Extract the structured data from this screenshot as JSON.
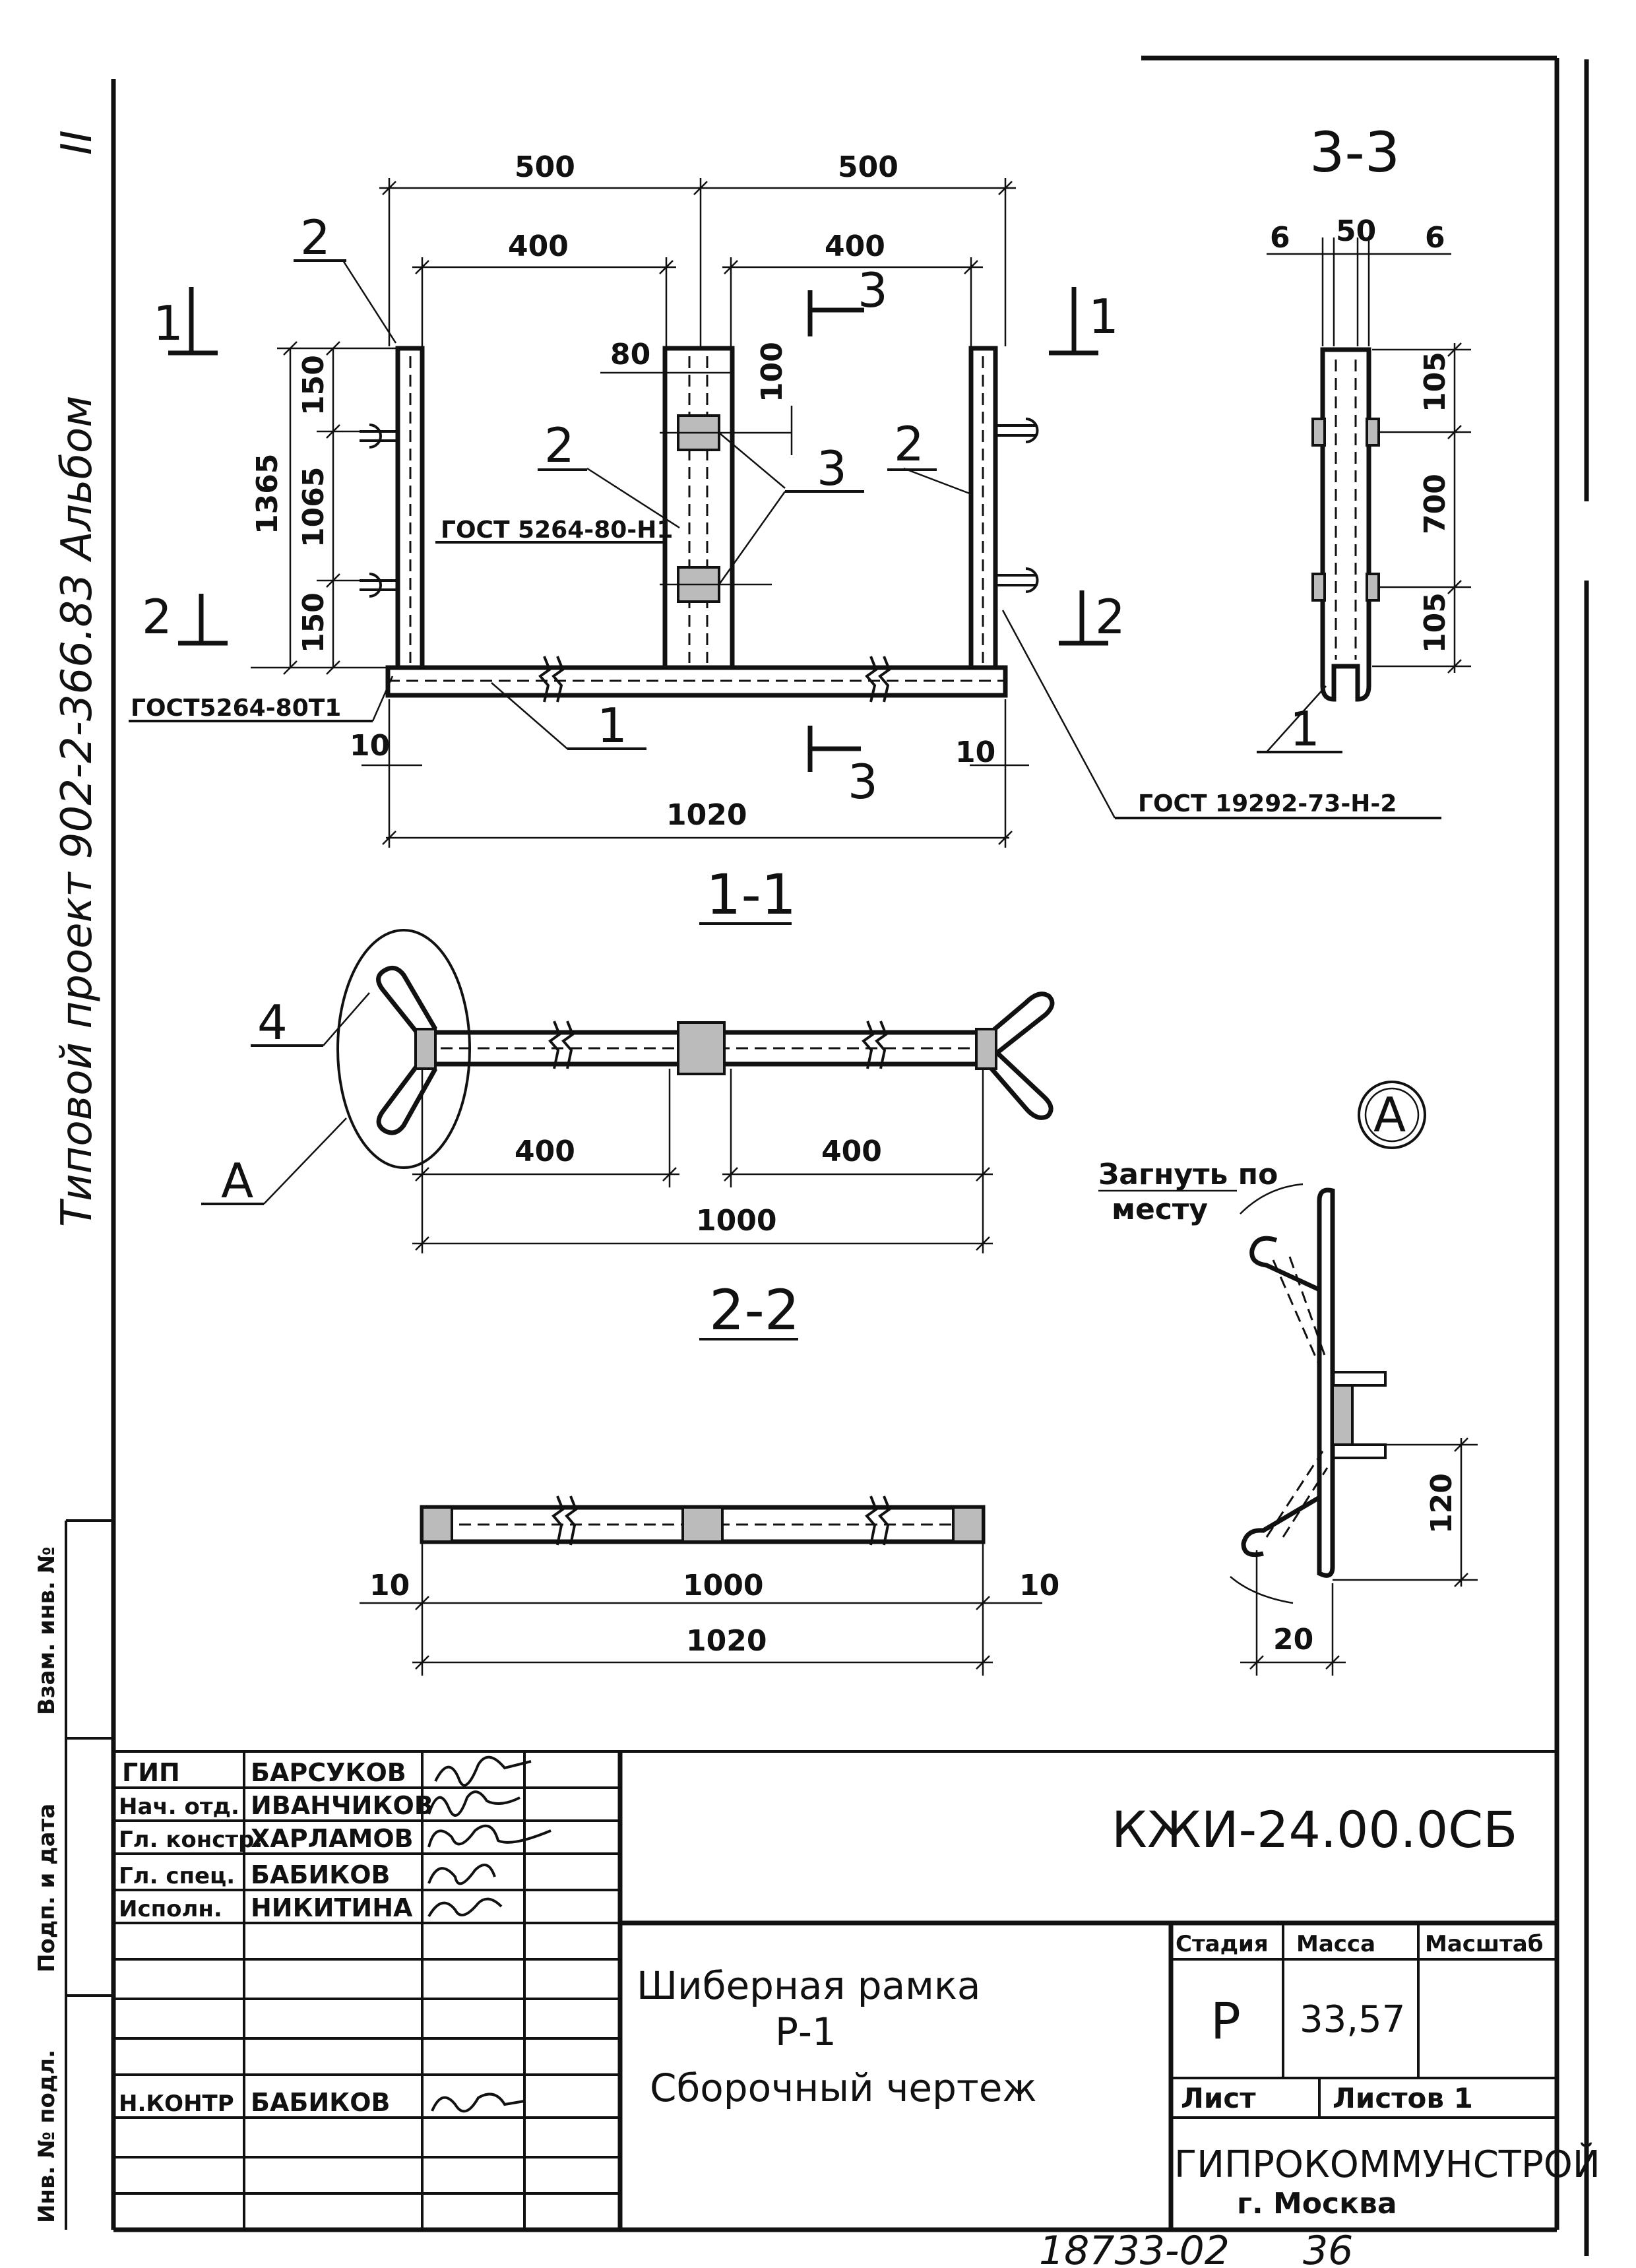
{
  "side_stamp": {
    "project": "Типовой проект 902-2-366.83 Альбом",
    "album_number": "II"
  },
  "left_strip": {
    "perm_label": "Взам. инв. №",
    "sign_label": "Подп. и дата",
    "inv_label": "Инв. № подл."
  },
  "view_1_1": {
    "title": "1-1",
    "dims_top": [
      "500",
      "500"
    ],
    "dims_inner": [
      "400",
      "400"
    ],
    "dim_80": "80",
    "dim_100": "100",
    "dims_left": [
      "150",
      "1065",
      "150"
    ],
    "dim_total_height": "1365",
    "dims_bottom_small": [
      "10",
      "10"
    ],
    "dim_total_width": "1020",
    "positions": [
      "2",
      "2",
      "2",
      "3",
      "1"
    ],
    "gost_weld_1": "ГОСТ 5264-80-Н1",
    "gost_weld_2": "ГОСТ5264-80Т1",
    "gost_weld_3": "ГОСТ 19292-73-Н-2",
    "cut_1_left": "1",
    "cut_1_right": "1",
    "cut_2_left": "2",
    "cut_2_right": "2",
    "cut_3_top": "3",
    "cut_3_bottom": "3"
  },
  "view_2_2": {
    "title": "2-2",
    "dims_inner": [
      "400",
      "400"
    ],
    "dim_total": "1000",
    "position_4": "4",
    "callout_a": "А"
  },
  "view_bottom": {
    "dims_small": [
      "10",
      "10"
    ],
    "dim_inner": "1000",
    "dim_total": "1020"
  },
  "view_3_3": {
    "title": "3-3",
    "dims_top": [
      "6",
      "50",
      "6"
    ],
    "dims_side": [
      "105",
      "700",
      "105"
    ],
    "position_1": "1"
  },
  "detail_a": {
    "marker": "А",
    "note_line1": "Загнуть по",
    "note_line2": "месту",
    "dim_120": "120",
    "dim_20": "20"
  },
  "title_block": {
    "people": [
      {
        "role": "ГИП",
        "name": "БАРСУКОВ"
      },
      {
        "role": "Нач. отд.",
        "name": "ИВАНЧИКОВ"
      },
      {
        "role": "Гл. констр.",
        "name": "ХАРЛАМОВ"
      },
      {
        "role": "Гл. спец.",
        "name": "БАБИКОВ"
      },
      {
        "role": "Исполн.",
        "name": "НИКИТИНА"
      }
    ],
    "norm_control": {
      "role": "Н.КОНТР",
      "name": "БАБИКОВ"
    },
    "document_code": "КЖИ-24.00.0СБ",
    "title_line1": "Шиберная рамка",
    "title_line2": "Р-1",
    "title_line3": "Сборочный чертеж",
    "stage_label": "Стадия",
    "mass_label": "Масса",
    "scale_label": "Масштаб",
    "stage_value": "Р",
    "mass_value": "33,57",
    "sheet_label": "Лист",
    "sheets_label": "Листов 1",
    "org_name": "ГИПРОКОММУНСТРОЙ",
    "org_city": "г. Москва"
  },
  "footer": {
    "archive_number": "18733-02",
    "page_number": "36"
  }
}
